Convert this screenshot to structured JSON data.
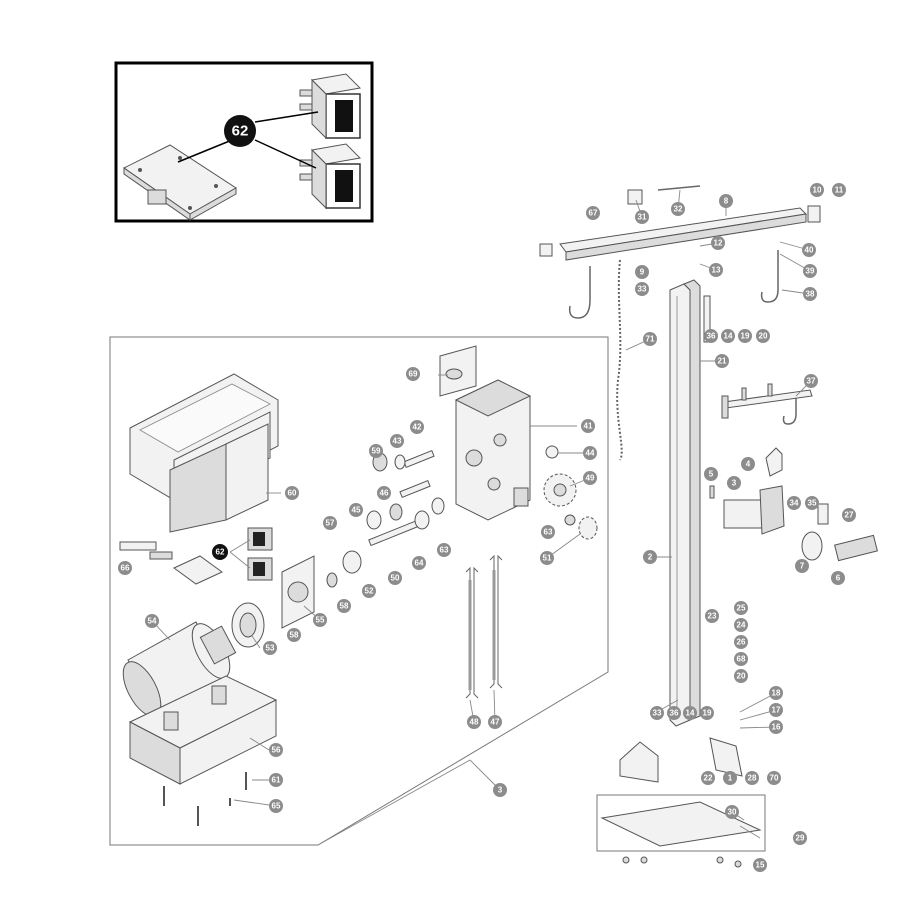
{
  "diagram": {
    "inset_callout": "62",
    "callouts": [
      "1",
      "2",
      "3",
      "3",
      "4",
      "5",
      "6",
      "7",
      "8",
      "9",
      "10",
      "11",
      "12",
      "13",
      "14",
      "14",
      "15",
      "16",
      "17",
      "18",
      "19",
      "19",
      "20",
      "20",
      "21",
      "22",
      "23",
      "24",
      "25",
      "26",
      "27",
      "28",
      "29",
      "30",
      "31",
      "32",
      "33",
      "33",
      "34",
      "35",
      "36",
      "36",
      "37",
      "38",
      "39",
      "40",
      "41",
      "42",
      "43",
      "44",
      "45",
      "46",
      "47",
      "48",
      "49",
      "50",
      "51",
      "52",
      "53",
      "54",
      "55",
      "56",
      "57",
      "58",
      "58",
      "59",
      "60",
      "61",
      "62",
      "63",
      "63",
      "64",
      "65",
      "66",
      "67",
      "68",
      "69",
      "70",
      "71"
    ]
  }
}
